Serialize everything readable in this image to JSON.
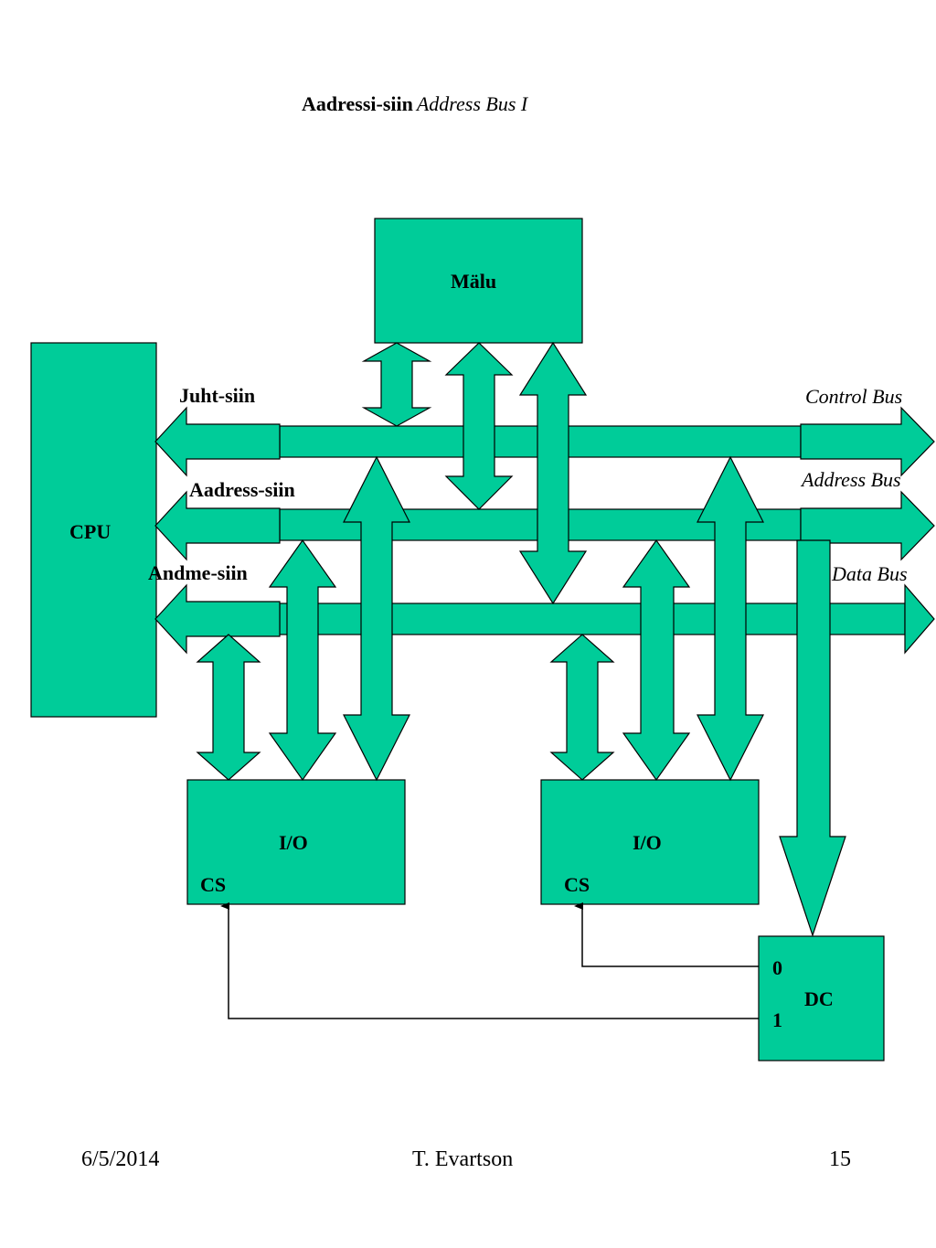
{
  "title": {
    "bold": "Aadressi-siin",
    "italic": "Address Bus I"
  },
  "blocks": {
    "memory": "Mälu",
    "cpu": "CPU",
    "io_left": "I/O",
    "io_right": "I/O",
    "cs_left": "CS",
    "cs_right": "CS",
    "decoder": "DC",
    "decoder_out0": "0",
    "decoder_out1": "1"
  },
  "buses": {
    "control": {
      "label": "Juht-siin",
      "en": "Control Bus"
    },
    "address": {
      "label": "Aadress-siin",
      "en": "Address Bus"
    },
    "data": {
      "label": "Andme-siin",
      "en": "Data Bus"
    }
  },
  "footer": {
    "date": "6/5/2014",
    "author": "T. Evartson",
    "page": "15"
  },
  "colors": {
    "fill": "#00cc99",
    "stroke": "#000000"
  }
}
